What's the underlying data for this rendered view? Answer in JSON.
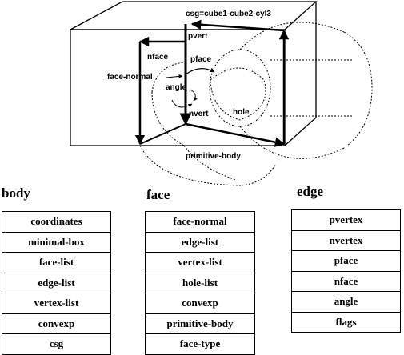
{
  "figure": {
    "title": "csg=cube1-cube2-cyl3",
    "labels": {
      "pvert": "pvert",
      "nface": "nface",
      "pface": "pface",
      "face_normal": "face-normal",
      "angle": "angle",
      "nvert": "nvert",
      "hole": "hole",
      "primitive_body": "primitive-body"
    }
  },
  "tables": {
    "body": {
      "title": "body",
      "rows": [
        "coordinates",
        "minimal-box",
        "face-list",
        "edge-list",
        "vertex-list",
        "convexp",
        "csg"
      ]
    },
    "face": {
      "title": "face",
      "rows": [
        "face-normal",
        "edge-list",
        "vertex-list",
        "hole-list",
        "convexp",
        "primitive-body",
        "face-type"
      ]
    },
    "edge": {
      "title": "edge",
      "rows": [
        "pvertex",
        "nvertex",
        "pface",
        "nface",
        "angle",
        "flags"
      ]
    }
  }
}
